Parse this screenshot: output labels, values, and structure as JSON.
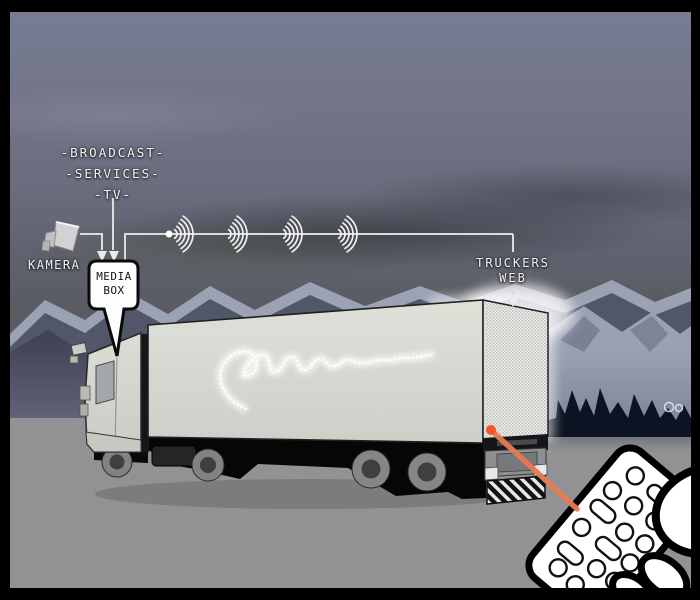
{
  "scene": {
    "labels": {
      "broadcast": [
        "-BROADCAST-",
        "-SERVICES-",
        "-TV-"
      ],
      "camera": "KAMERA",
      "media_box": [
        "MEDIA",
        "BOX"
      ],
      "truckers_web": [
        "TRUCKERS",
        "WEB"
      ]
    },
    "icons": [
      "surveillance-camera-icon",
      "signal-wave-icon",
      "down-arrow-icon",
      "speech-bubble-media-box",
      "truck-illustration",
      "remote-control-icon",
      "laser-beam"
    ],
    "signal_waves": {
      "count": 4,
      "arcs_per_wave": 5
    },
    "remote": {
      "round_buttons": 12,
      "pill_buttons": 5
    },
    "colors": {
      "frame": "#000000",
      "sky_top": "#777c93",
      "cloud_band": "#595b60",
      "mountain_snow": "#9aa2b4",
      "mountain_shadow": "#4b4f62",
      "ground": "#929294",
      "trees": "#0d1322",
      "diagram_line": "#dcdcdc",
      "trailer_body": "#d6d9d1",
      "chassis": "#060606",
      "rear_screen_mesh": "#f2f2f0",
      "beam": "#e97a52",
      "beam_dot": "#f2552a",
      "bubble_fill": "#fdfdfd",
      "bubble_border": "#0a0a0a"
    }
  }
}
